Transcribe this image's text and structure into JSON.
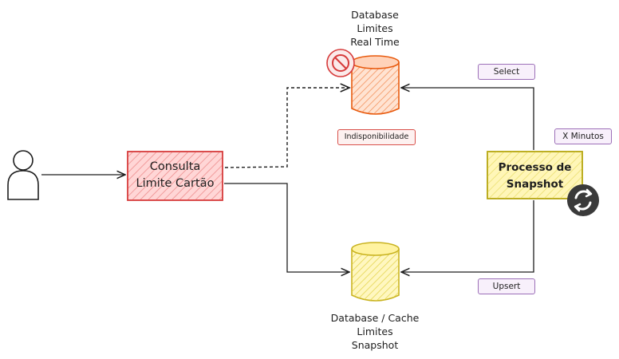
{
  "diagram": {
    "nodes": {
      "consulta": {
        "line1": "Consulta",
        "line2": "Limite Cartão"
      },
      "processo": {
        "line1": "Processo de",
        "line2": "Snapshot"
      },
      "db_realtime": {
        "line1": "Database",
        "line2": "Limites",
        "line3": "Real Time"
      },
      "db_snapshot": {
        "line1": "Database / Cache",
        "line2": "Limites",
        "line3": "Snapshot"
      }
    },
    "tags": {
      "select": "Select",
      "x_minutos": "X Minutos",
      "upsert": "Upsert",
      "indisponibilidade": "Indisponibilidade"
    },
    "icons": [
      "user-icon",
      "blocked-icon",
      "refresh-icon"
    ],
    "colors": {
      "consulta_stroke": "#d63a3a",
      "consulta_fill": "#ffc9c9",
      "processo_stroke": "#b5a50f",
      "processo_fill": "#fff3a8",
      "db_realtime_stroke": "#e8590c",
      "db_snapshot_stroke": "#c9b320",
      "tag_purple": "#9c6fb8",
      "tag_red": "#d9504a"
    }
  }
}
